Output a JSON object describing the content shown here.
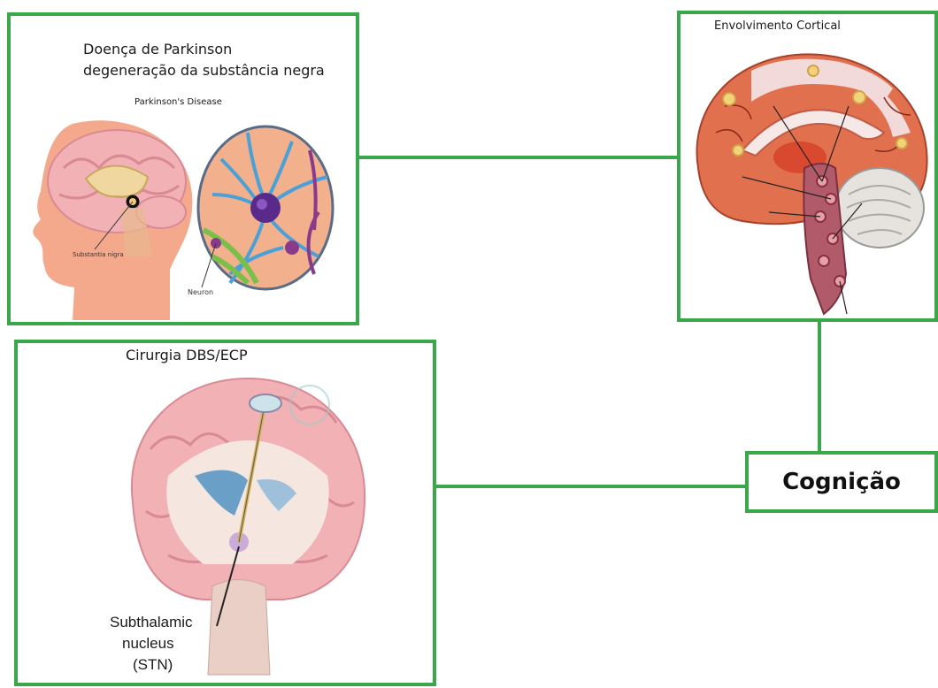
{
  "colors": {
    "frame": "#3aa84a",
    "skin": "#f4a98c",
    "brain_pink": "#f2b1b5",
    "cortex_orange": "#e0704e",
    "neuron_blue": "#4aa0d8",
    "text": "#1a1a1a"
  },
  "panels": {
    "parkinson": {
      "title_line1": "Doença de Parkinson",
      "title_line2": "degeneração da substância negra",
      "image_title": "Parkinson's Disease",
      "label_substantia": "Substantia nigra",
      "label_neuron": "Neuron"
    },
    "cortical": {
      "title": "Envolvimento Cortical"
    },
    "dbs": {
      "title": "Cirurgia DBS/ECP",
      "label_line1": "Subthalamic",
      "label_line2": "nucleus",
      "label_line3": "(STN)"
    },
    "cognition": {
      "label": "Cognição"
    }
  },
  "icons": [
    "head-brain-illustration",
    "neuron-illustration",
    "sagittal-brain-illustration",
    "coronal-brain-dbs-illustration"
  ]
}
